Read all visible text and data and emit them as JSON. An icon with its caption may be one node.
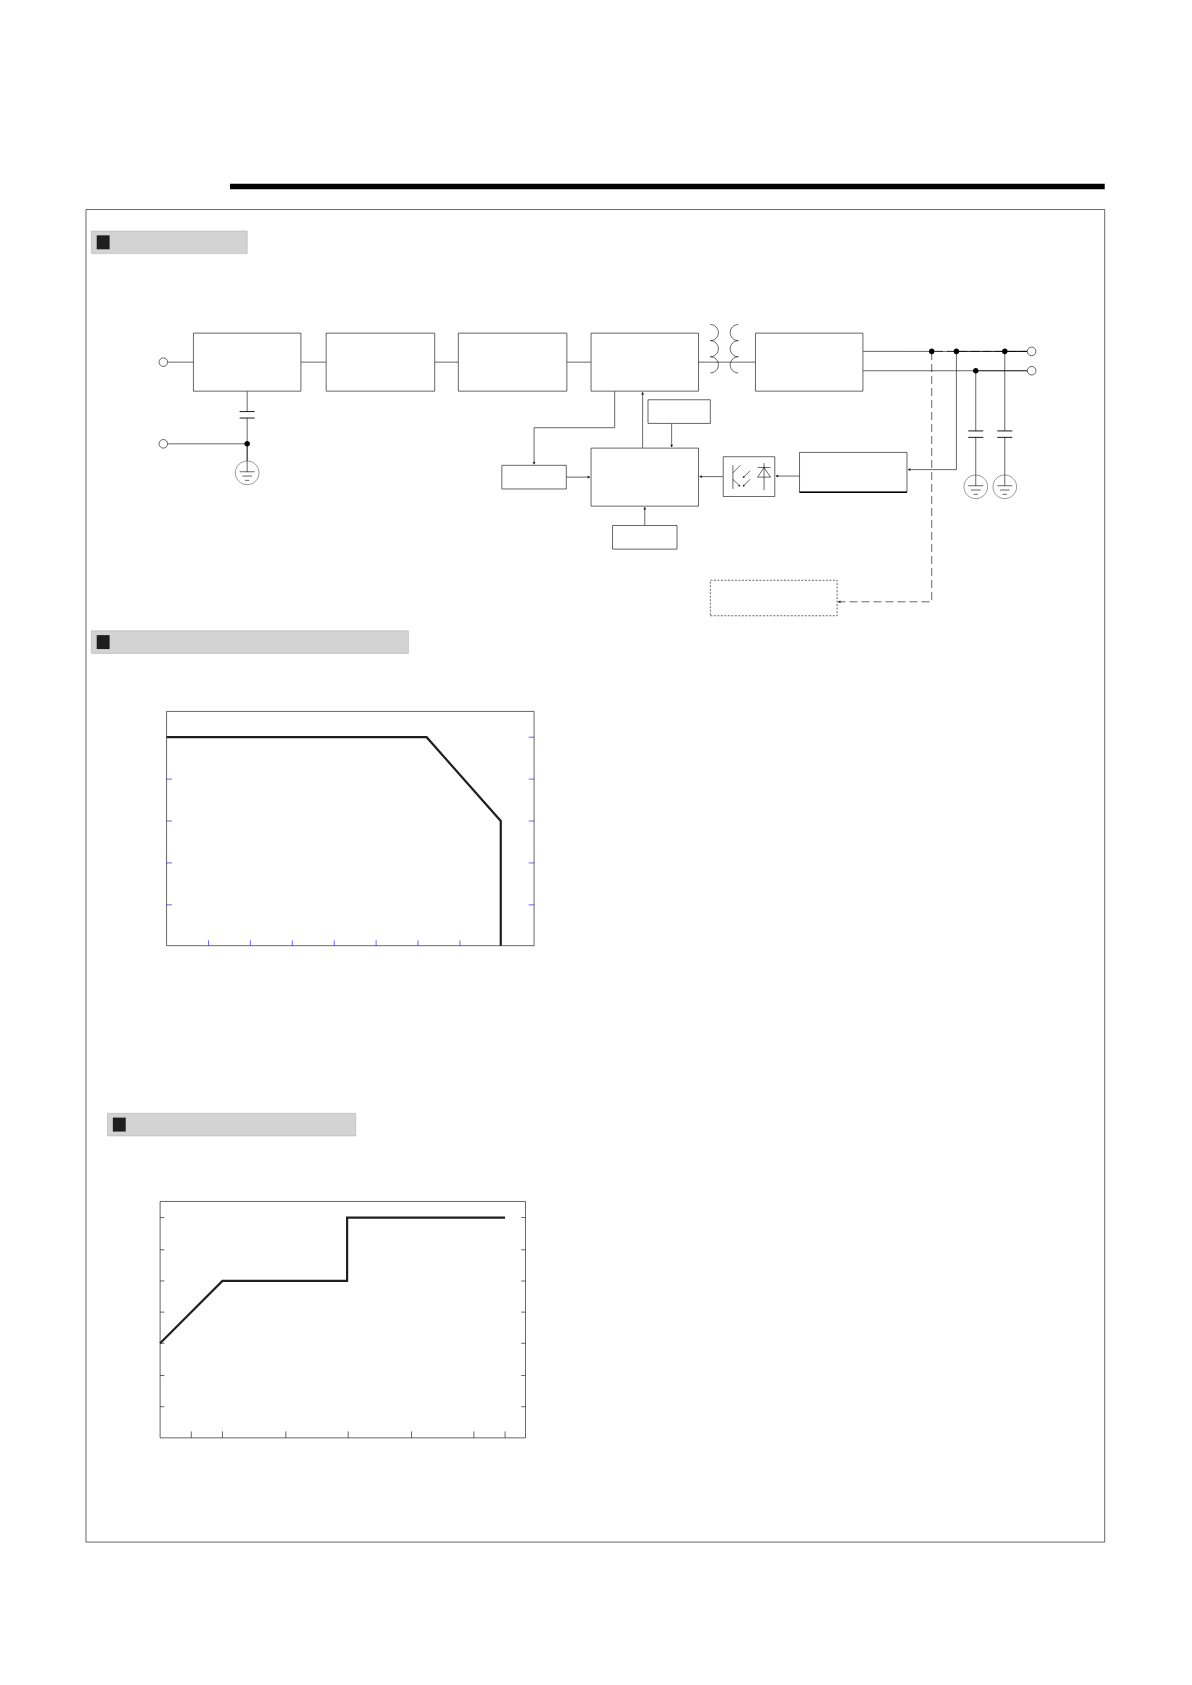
{
  "diagram": {
    "nodes": [
      {
        "text": [],
        "shape": "circle"
      },
      {
        "text": [],
        "shape": "box"
      },
      {
        "text": [],
        "shape": "box"
      },
      {
        "text": [],
        "shape": "box"
      },
      {
        "text": [],
        "shape": "box"
      },
      {
        "text": [],
        "shape": "box"
      },
      {
        "text": [],
        "shape": "circle"
      },
      {
        "text": [],
        "shape": "circle"
      },
      {
        "text": [],
        "shape": "box"
      },
      {
        "text": [],
        "shape": "circle"
      },
      {
        "text": [],
        "shape": "ground"
      },
      {
        "text": [],
        "shape": "box"
      },
      {
        "text": [],
        "shape": "box"
      },
      {
        "text": [],
        "shape": "box"
      },
      {
        "text": [],
        "shape": "box"
      },
      {
        "text": [],
        "shape": "ground"
      },
      {
        "text": [],
        "shape": "ground"
      },
      {
        "text": [],
        "shape": "box"
      },
      {
        "text": [],
        "shape": "box"
      }
    ],
    "edges": [
      {
        "from": 0,
        "to": 1,
        "arrow": "none"
      },
      {
        "from": 1,
        "to": 2,
        "arrow": "none"
      },
      {
        "from": 2,
        "to": 3,
        "arrow": "none"
      },
      {
        "from": 3,
        "to": 4,
        "arrow": "none"
      },
      {
        "from": 4,
        "to": 5,
        "arrow": "none"
      },
      {
        "from": 5,
        "to": 6,
        "arrow": "none"
      },
      {
        "from": 5,
        "to": 7,
        "arrow": "none"
      },
      {
        "from": 1,
        "to": 10,
        "arrow": "none"
      },
      {
        "from": 9,
        "to": 10,
        "arrow": "none"
      },
      {
        "from": 4,
        "to": 11,
        "arrow": "to"
      },
      {
        "from": 12,
        "to": 4,
        "arrow": "to"
      },
      {
        "from": 8,
        "to": 12,
        "arrow": "to"
      },
      {
        "from": 11,
        "to": 12,
        "arrow": "to"
      },
      {
        "from": 17,
        "to": 12,
        "arrow": "to"
      },
      {
        "from": 13,
        "to": 12,
        "arrow": "to"
      },
      {
        "from": 14,
        "to": 13,
        "arrow": "to"
      },
      {
        "from": 6,
        "to": 14,
        "arrow": "to"
      },
      {
        "from": 6,
        "to": 18,
        "arrow": "to",
        "style": "dashed"
      },
      {
        "from": 7,
        "to": 15,
        "arrow": "none"
      },
      {
        "from": 6,
        "to": 16,
        "arrow": "none"
      }
    ]
  }
}
